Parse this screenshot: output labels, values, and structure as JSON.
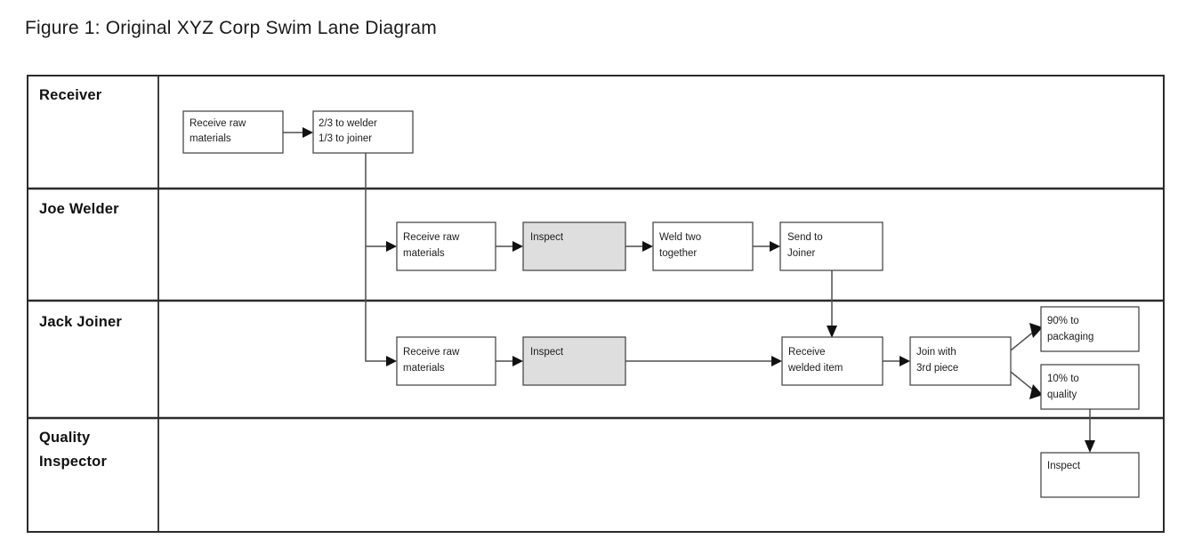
{
  "figure": {
    "title": "Figure 1: Original XYZ Corp Swim Lane Diagram"
  },
  "colors": {
    "page_background": "#ffffff",
    "frame_stroke": "#2b2b2b",
    "node_stroke": "#4a4a4a",
    "node_fill_default": "#ffffff",
    "node_fill_highlight": "#dedede",
    "connector_stroke": "#4f4f4f",
    "text": "#1c1c1c"
  },
  "lanes": [
    {
      "id": "receiver",
      "label": "Receiver"
    },
    {
      "id": "joe-welder",
      "label": "Joe Welder"
    },
    {
      "id": "jack-joiner",
      "label": "Jack Joiner"
    },
    {
      "id": "quality-inspector",
      "label": "Quality Inspector"
    }
  ],
  "nodes": {
    "receiver": [
      {
        "id": "r-receive",
        "lines": [
          "Receive raw",
          "materials"
        ],
        "fill": "white"
      },
      {
        "id": "r-split",
        "lines": [
          "2/3 to welder",
          "1/3 to joiner"
        ],
        "fill": "white"
      }
    ],
    "joe_welder": [
      {
        "id": "w-receive",
        "lines": [
          "Receive raw",
          "materials"
        ],
        "fill": "white"
      },
      {
        "id": "w-inspect",
        "lines": [
          "Inspect"
        ],
        "fill": "gray"
      },
      {
        "id": "w-weld",
        "lines": [
          "Weld two",
          "together"
        ],
        "fill": "white"
      },
      {
        "id": "w-send",
        "lines": [
          "Send to",
          "Joiner"
        ],
        "fill": "white"
      }
    ],
    "jack_joiner": [
      {
        "id": "j-receive",
        "lines": [
          "Receive raw",
          "materials"
        ],
        "fill": "white"
      },
      {
        "id": "j-inspect",
        "lines": [
          "Inspect"
        ],
        "fill": "gray"
      },
      {
        "id": "j-welded",
        "lines": [
          "Receive",
          "welded item"
        ],
        "fill": "white"
      },
      {
        "id": "j-join",
        "lines": [
          "Join with",
          "3rd piece"
        ],
        "fill": "white"
      },
      {
        "id": "j-packaging",
        "lines": [
          "90% to",
          "packaging"
        ],
        "fill": "white"
      },
      {
        "id": "j-quality",
        "lines": [
          "10% to",
          "quality"
        ],
        "fill": "white"
      }
    ],
    "quality_inspector": [
      {
        "id": "q-inspect",
        "lines": [
          "Inspect"
        ],
        "fill": "white"
      }
    ]
  },
  "flows": [
    {
      "from": "r-receive",
      "to": "r-split"
    },
    {
      "from": "r-split",
      "to": "w-receive"
    },
    {
      "from": "r-split",
      "to": "j-receive"
    },
    {
      "from": "w-receive",
      "to": "w-inspect"
    },
    {
      "from": "w-inspect",
      "to": "w-weld"
    },
    {
      "from": "w-weld",
      "to": "w-send"
    },
    {
      "from": "w-send",
      "to": "j-welded"
    },
    {
      "from": "j-receive",
      "to": "j-inspect"
    },
    {
      "from": "j-inspect",
      "to": "j-welded"
    },
    {
      "from": "j-welded",
      "to": "j-join"
    },
    {
      "from": "j-join",
      "to": "j-packaging"
    },
    {
      "from": "j-join",
      "to": "j-quality"
    },
    {
      "from": "j-quality",
      "to": "q-inspect"
    }
  ]
}
